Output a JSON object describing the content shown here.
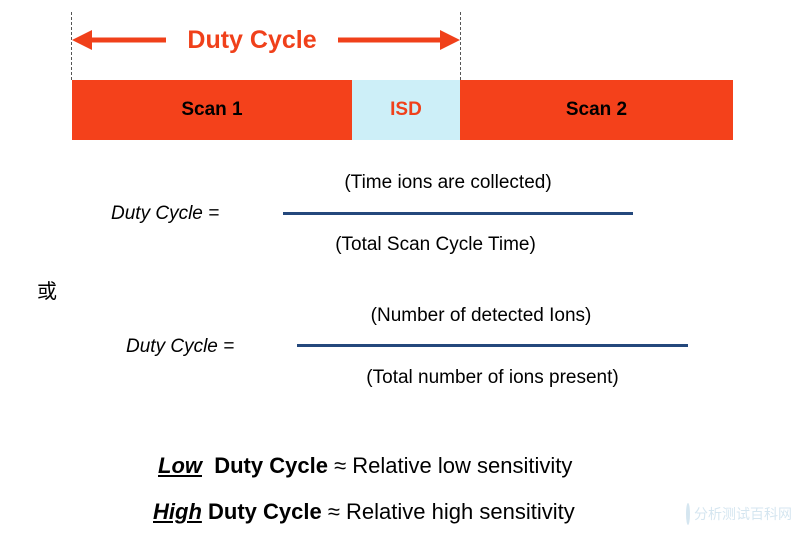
{
  "diagram": {
    "duty_cycle_title": "Duty Cycle",
    "segments": [
      {
        "label": "Scan 1"
      },
      {
        "label": "ISD"
      },
      {
        "label": "Scan 2"
      }
    ],
    "formula1": {
      "label": "Duty Cycle =",
      "numerator": "(Time ions are collected)",
      "denominator": "(Total Scan Cycle Time)"
    },
    "or_text": "或",
    "formula2": {
      "label": "Duty Cycle =",
      "numerator": "(Number of detected Ions)",
      "denominator": "(Total number of ions present)"
    },
    "summary_low": {
      "em": "Low",
      "bold": "Duty Cycle",
      "rest": "≈ Relative low sensitivity"
    },
    "summary_high": {
      "em": "High",
      "bold": "Duty Cycle",
      "rest": "≈ Relative high sensitivity"
    }
  },
  "colors": {
    "scan": "#f4411b",
    "isd": "#cdeff8",
    "accent": "#f0401a",
    "formula_bar": "#24487c"
  },
  "watermark_text": "分析测试百科网"
}
